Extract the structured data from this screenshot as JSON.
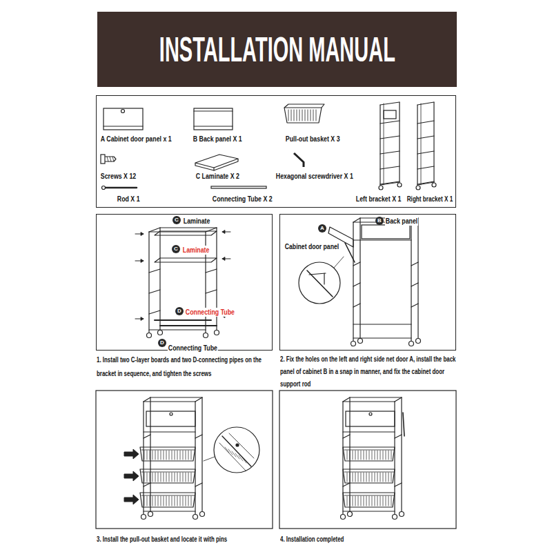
{
  "diagram": {
    "title": "INSTALLATION MANUAL",
    "nodes": [
      {
        "text": [
          "A Cabinet door panel x 1",
          "B Back panel X 1",
          "Pull-out basket X 3",
          "Screws X 12",
          "C Laminate X 2",
          "Hexagonal screwdriver X 1",
          "Rod X 1",
          "Connecting Tube X 2",
          "Left bracket X 1",
          "Right bracket X 1"
        ]
      },
      {
        "text": [
          "Laminate",
          "Laminate",
          "Connecting Tube",
          "Connecting Tube"
        ]
      },
      {
        "text": [
          "Back panel",
          "Cabinet door panel"
        ]
      }
    ],
    "labels": [
      "C",
      "C",
      "D",
      "D",
      "1. Install two C-layer boards and two D-connecting pipes on the bracket in sequence, and tighten the screws",
      "B",
      "A",
      "2. Fix the holes on the left and right side net door A, install the back panel of cabinet B in a snap in manner, and fix the cabinet door support rod",
      "3. Install the pull-out basket and locate it with pins",
      "4. Installation completed"
    ]
  }
}
